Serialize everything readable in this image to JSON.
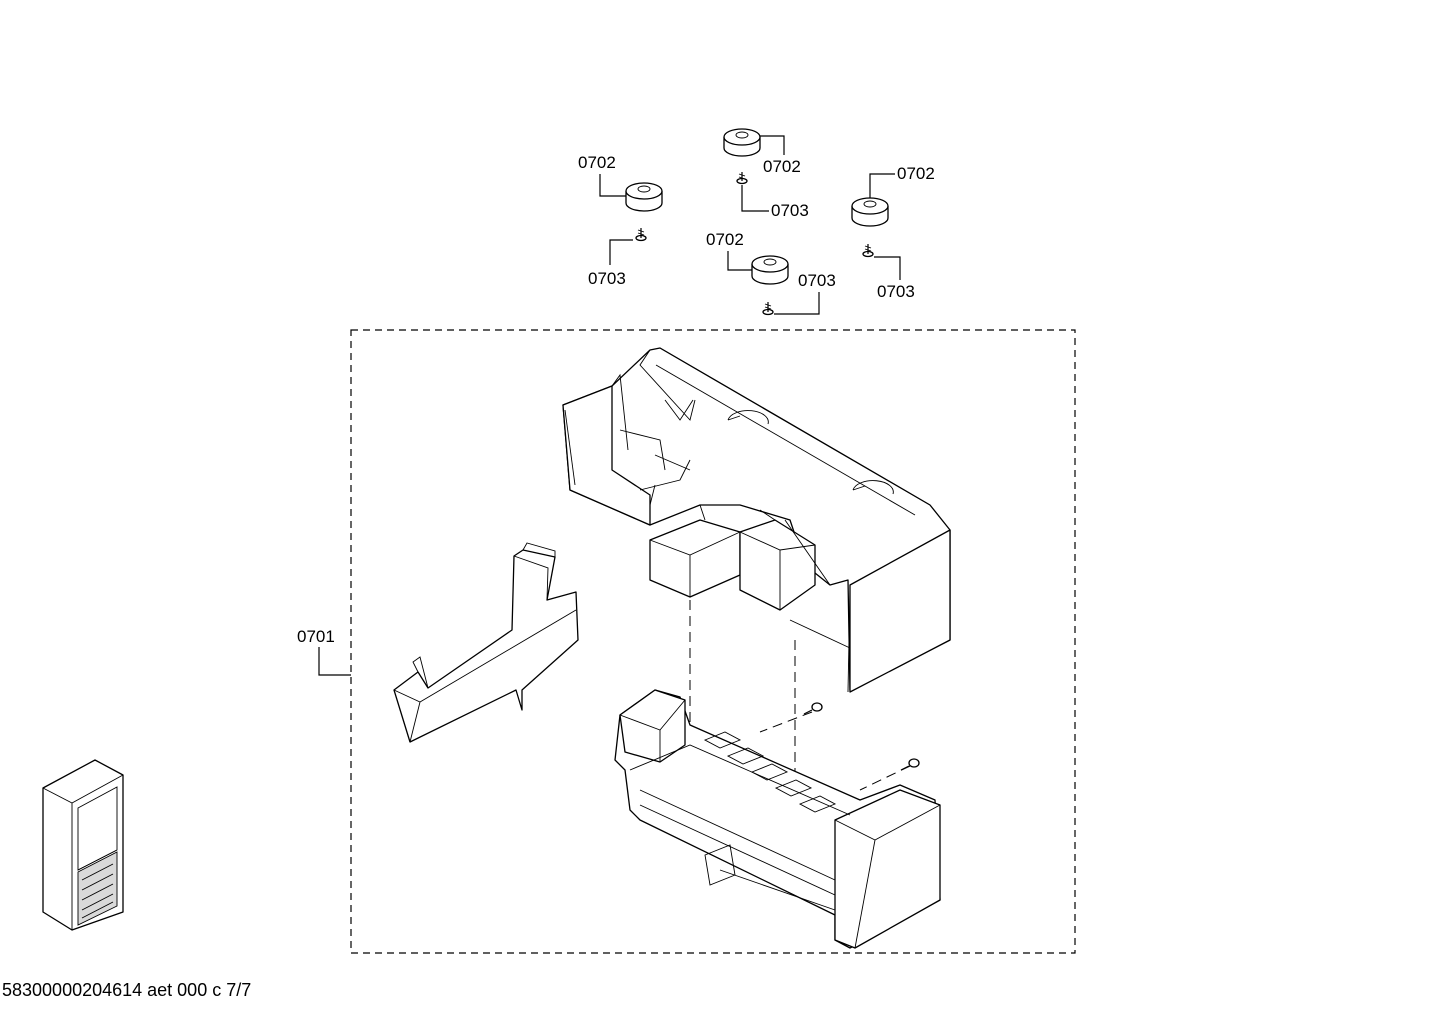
{
  "footer_text": "58300000204614 aet 000 c 7/7",
  "group_label": "0701",
  "parts": [
    {
      "code": "0702",
      "kind": "rubber-damper"
    },
    {
      "code": "0703",
      "kind": "screw"
    }
  ],
  "callouts": {
    "damper_top_center": "0702",
    "screw_top_center": "0703",
    "damper_left": "0702",
    "screw_left": "0703",
    "damper_right": "0702",
    "screw_right": "0703",
    "damper_mid": "0702",
    "screw_mid": "0703"
  },
  "thumbnail": {
    "kind": "appliance-location-icon"
  }
}
